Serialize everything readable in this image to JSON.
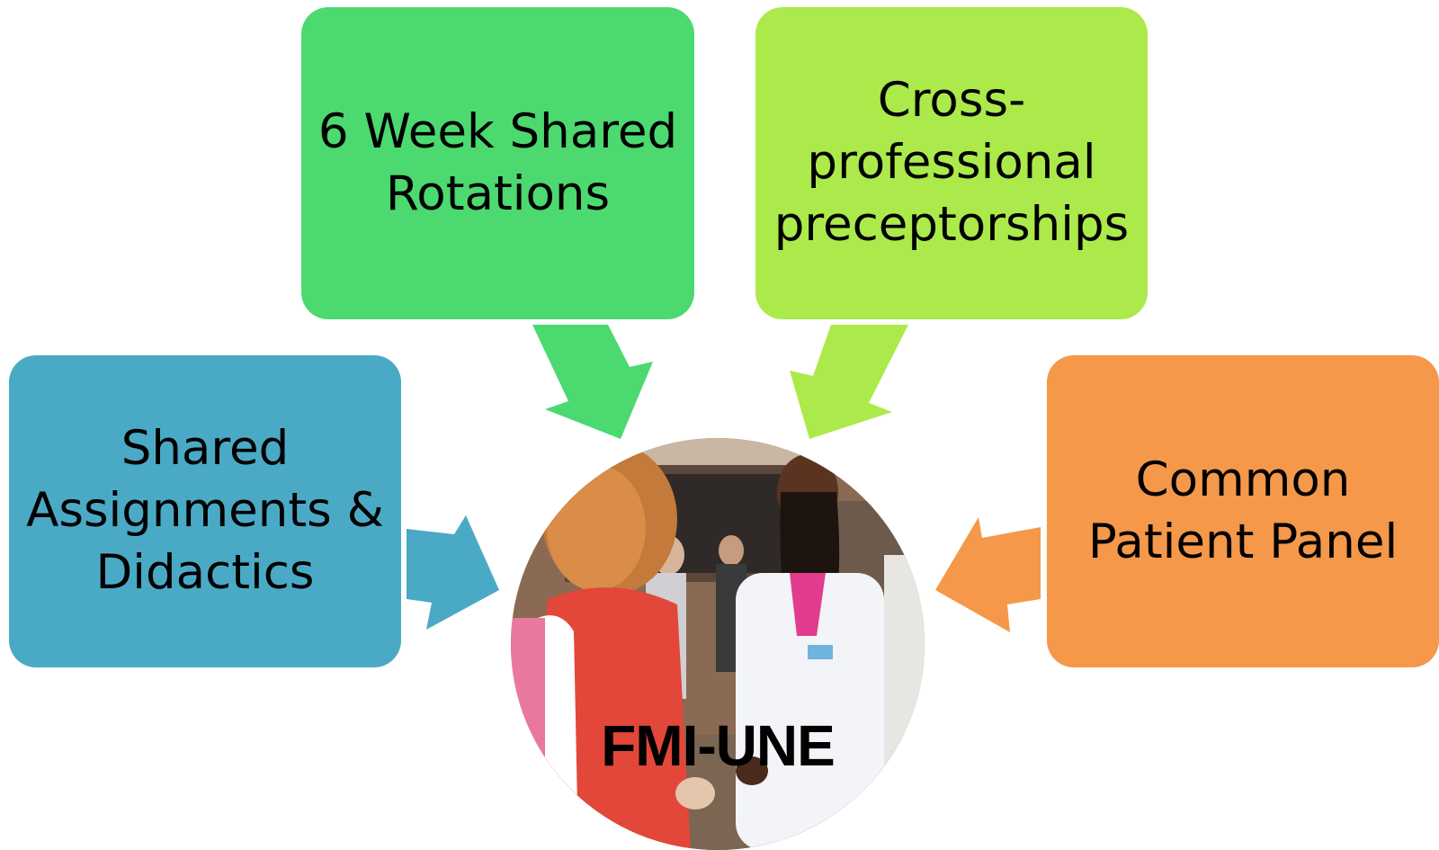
{
  "boxes": {
    "shared_assignments": {
      "text": "Shared\nAssignments &\nDidactics",
      "color": "#4aaac6"
    },
    "shared_rotations": {
      "text": "6 Week Shared\nRotations",
      "color": "#4cd96f"
    },
    "preceptorships": {
      "text": "Cross-\nprofessional\npreceptorships",
      "color": "#abea4a"
    },
    "patient_panel": {
      "text": "Common\nPatient Panel",
      "color": "#f5984a"
    }
  },
  "center": {
    "label": "FMI-UNE",
    "image_icon": "photo-people-clinicians"
  }
}
